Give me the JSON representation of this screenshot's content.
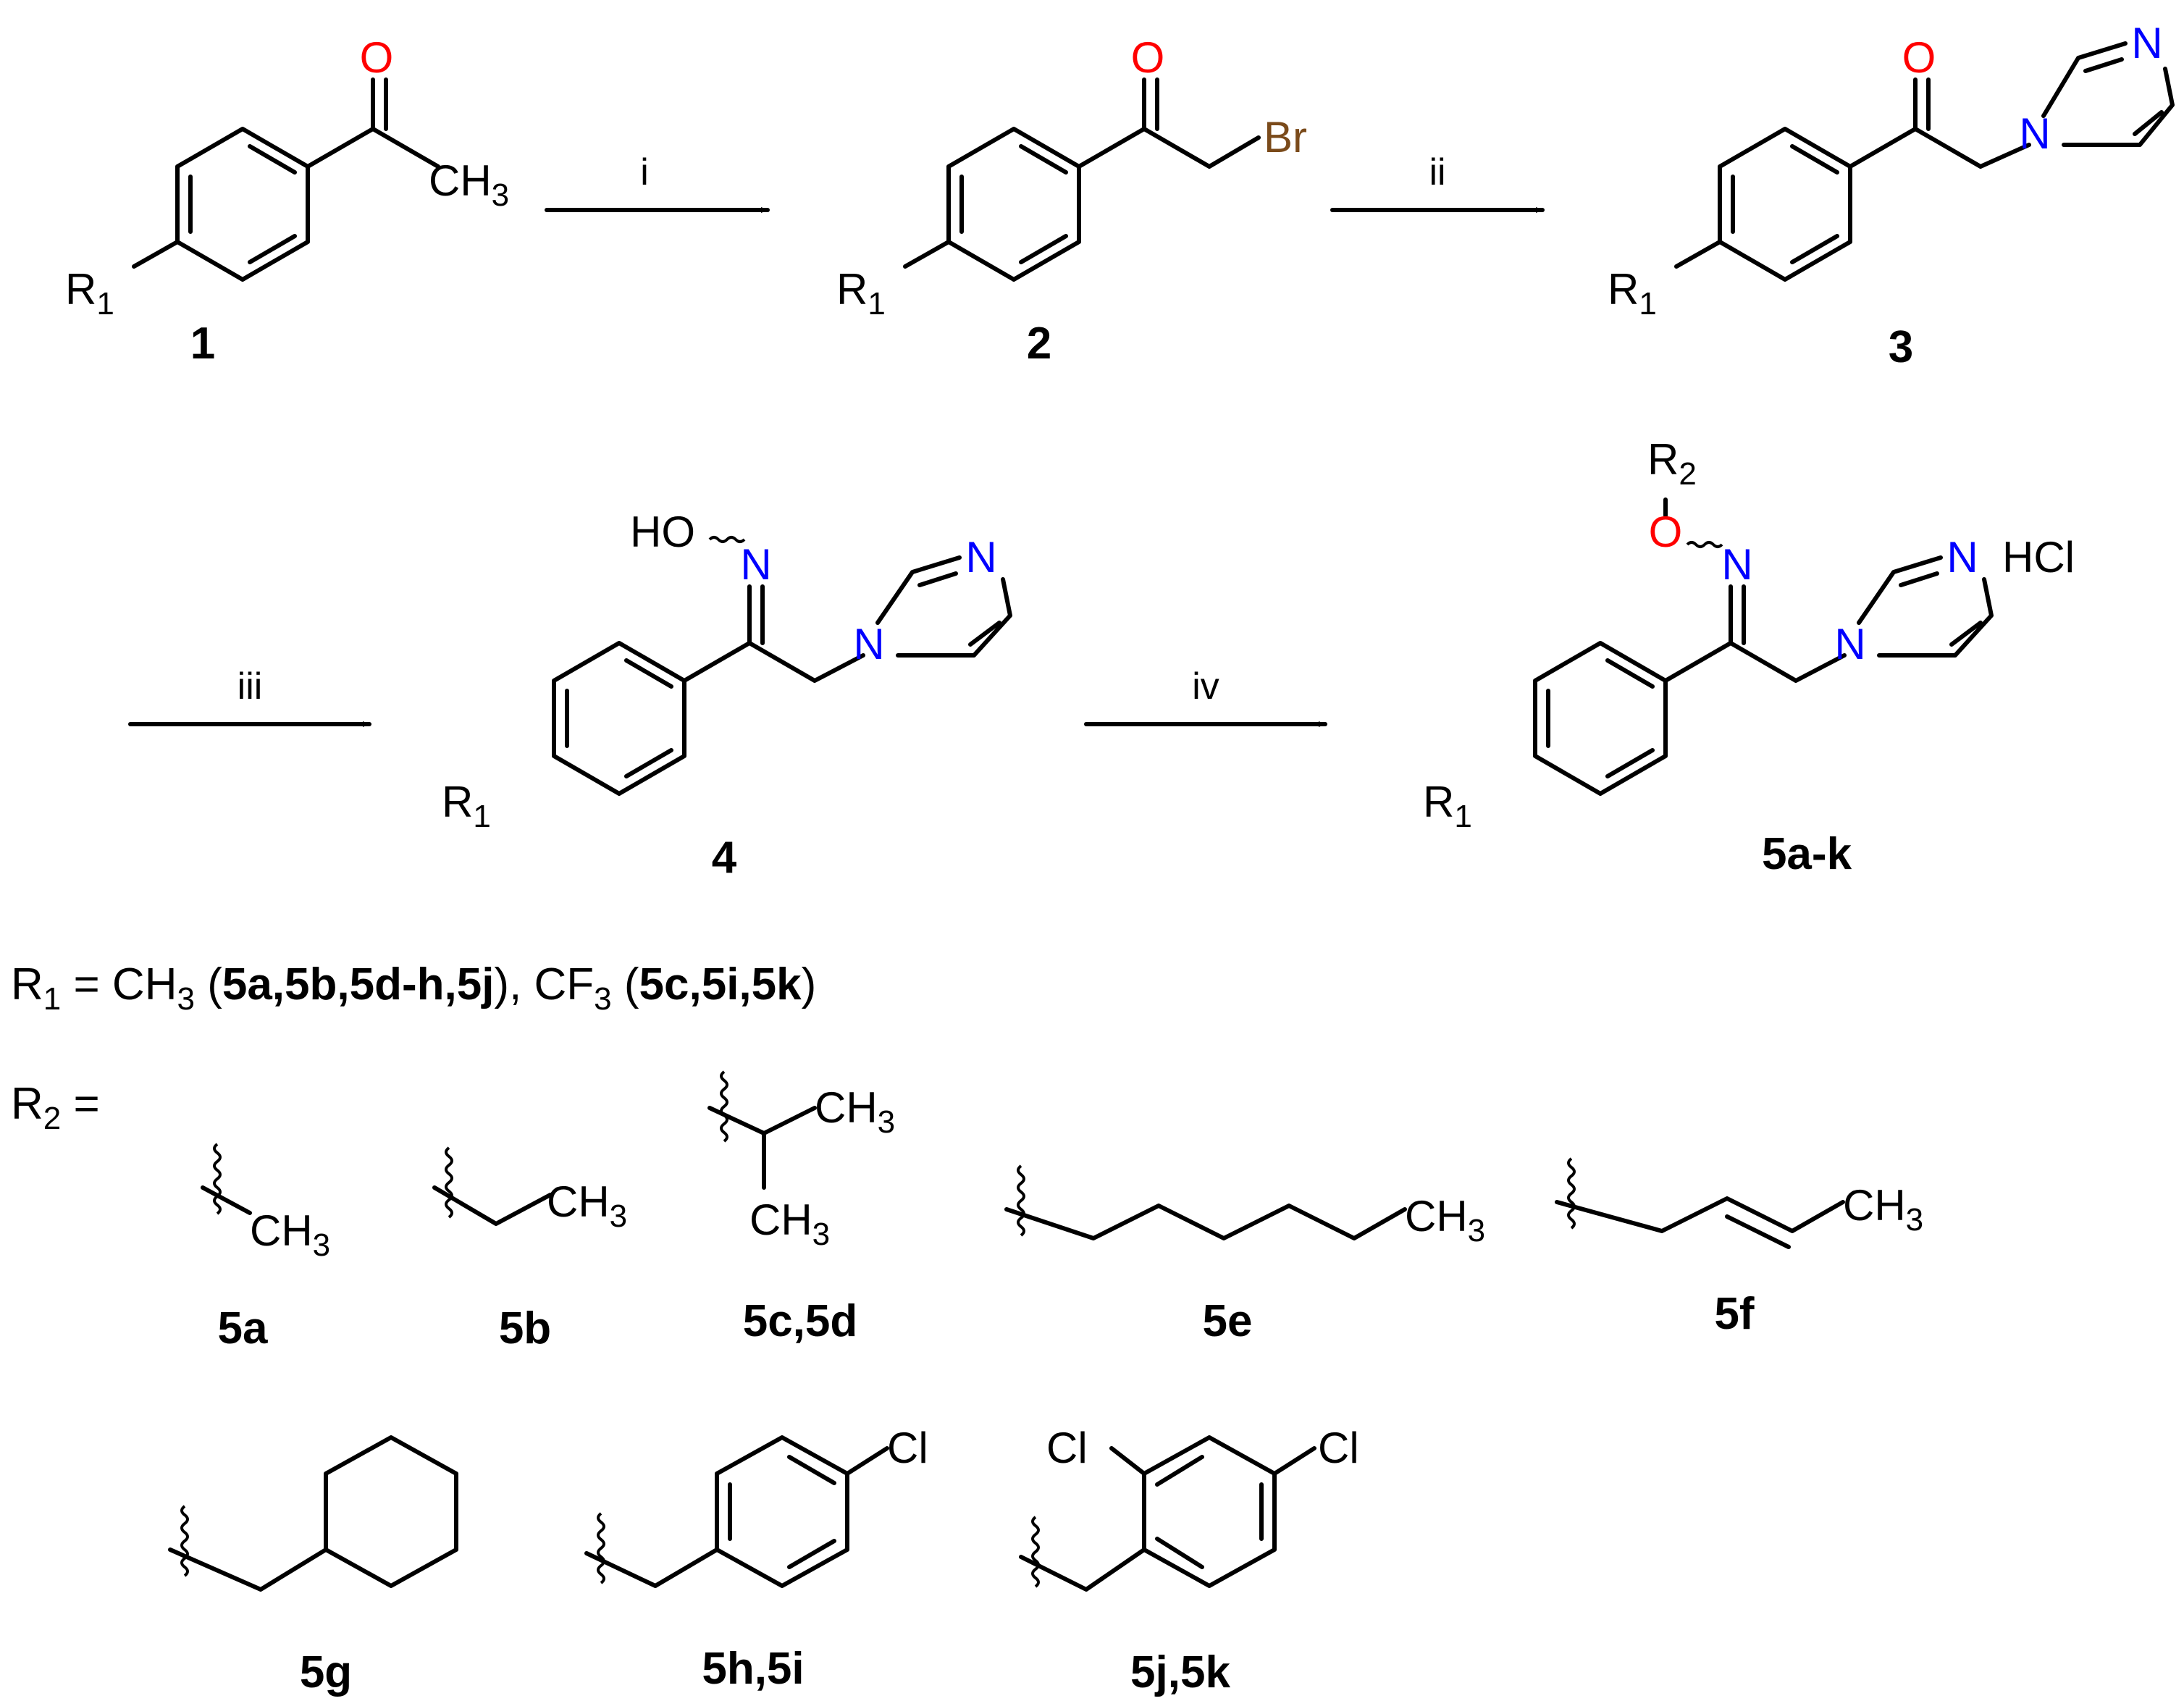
{
  "atoms": {
    "O": "O",
    "N": "N",
    "Br": "Br",
    "CH": "CH",
    "Cl": "Cl",
    "R": "R",
    "HO": "HO",
    "HCl": "HCl",
    "sub_1": "1",
    "sub_2": "2",
    "sub_3": "3"
  },
  "compounds": {
    "c1": "1",
    "c2": "2",
    "c3": "3",
    "c4": "4",
    "c5": "5a-k"
  },
  "conditions": [
    "i",
    "ii",
    "iii",
    "iv"
  ],
  "r1_line": {
    "lead": "R",
    "sub": "1",
    "eq": " = CH",
    "sub3": "3",
    "open1": " (",
    "bold1": "5a,5b,5d-h,5j",
    "mid": "), CF",
    "sub3b": "3",
    "open2": " (",
    "bold2": "5c,5i,5k",
    "close": ")"
  },
  "r2_line": {
    "lead": "R",
    "sub": "2",
    "eq": " ="
  },
  "substituent_labels": {
    "s5a": "5a",
    "s5b": "5b",
    "s5cd": "5c,5d",
    "s5e": "5e",
    "s5f": "5f",
    "s5g": "5g",
    "s5hi": "5h,5i",
    "s5jk": "5j,5k"
  },
  "colors": {
    "oxygen": "#ff0000",
    "nitrogen": "#0000ff",
    "bromine": "#7a4a1a",
    "bond": "#000000"
  }
}
